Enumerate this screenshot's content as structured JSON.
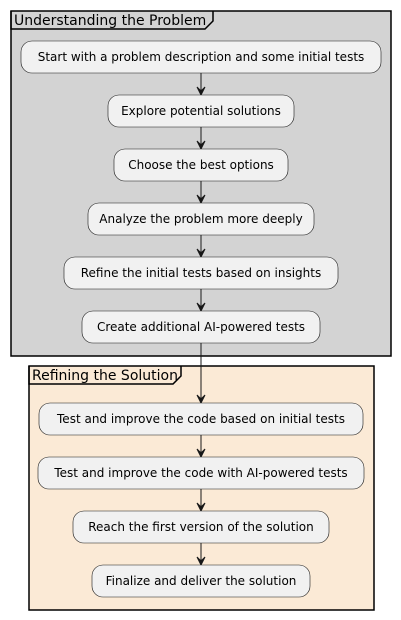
{
  "diagram": {
    "partitions": [
      {
        "title": "Understanding the Problem",
        "fill": "#d3d3d3",
        "steps": [
          "Start with a problem description and some initial tests",
          "Explore potential solutions",
          "Choose the best options",
          "Analyze the problem more deeply",
          "Refine the initial tests based on insights",
          "Create additional AI-powered tests"
        ]
      },
      {
        "title": "Refining the Solution",
        "fill": "#fbead6",
        "steps": [
          "Test and improve the code based on initial tests",
          "Test and improve the code with AI-powered tests",
          "Reach the first version of the solution",
          "Finalize and deliver the solution"
        ]
      }
    ],
    "colors": {
      "node_fill": "#f1f1f1",
      "stroke": "#181818"
    }
  }
}
